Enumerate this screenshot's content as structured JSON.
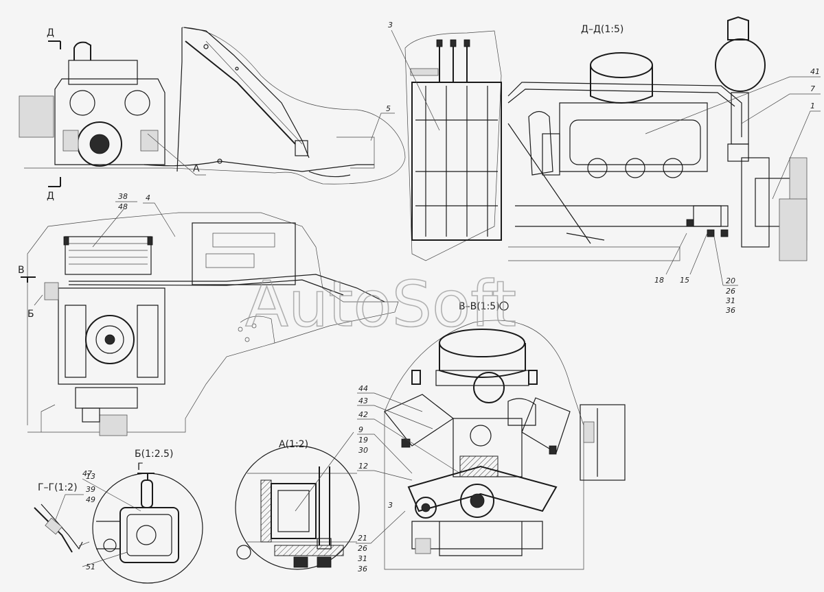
{
  "views": {
    "dd": "Д–Д(1:5)",
    "vv": "В–В(1:5)",
    "a": "А(1:2)",
    "b": "Б(1:2.5)",
    "gg": "Г–Г(1:2)"
  },
  "markers": {
    "d_top": "Д",
    "d_bottom": "Д",
    "a": "А",
    "b": "Б",
    "v": "В",
    "g": "Г"
  },
  "callouts": {
    "c1": "1",
    "c3": "3",
    "c4": "4",
    "c5": "5",
    "c7": "7",
    "c9": "9",
    "c12": "12",
    "c13": "13",
    "c15": "15",
    "c18": "18",
    "c19": "19",
    "c20": "20",
    "c21": "21",
    "c26a": "26",
    "c26b": "26",
    "c30": "30",
    "c31a": "31",
    "c31b": "31",
    "c36a": "36",
    "c36b": "36",
    "c38": "38",
    "c39": "39",
    "c41": "41",
    "c42": "42",
    "c43": "43",
    "c44": "44",
    "c47": "47",
    "c48": "48",
    "c49": "49",
    "c51": "51"
  },
  "watermark": "AutoSoft"
}
